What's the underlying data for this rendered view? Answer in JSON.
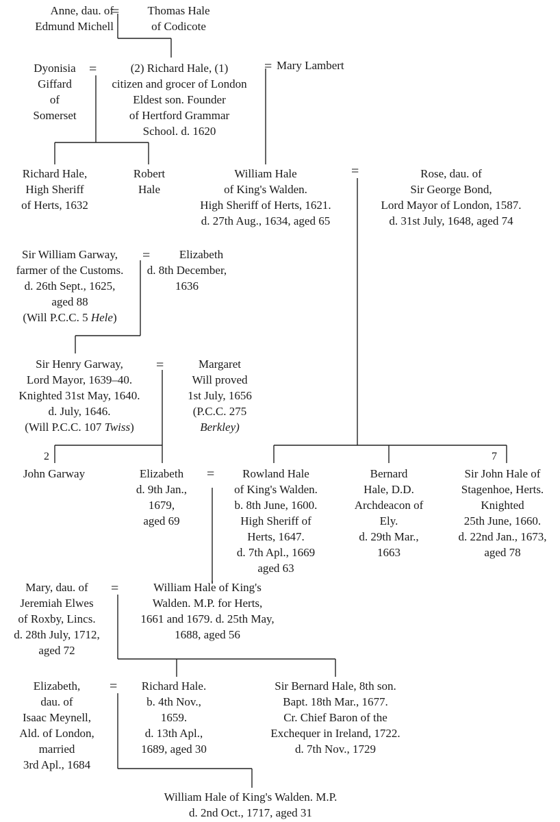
{
  "persons": {
    "anne": [
      "Anne, dau. of",
      "Edmund Michell"
    ],
    "thomas": [
      "Thomas Hale",
      "of Codicote"
    ],
    "dyonisia": [
      "Dyonisia",
      "Giffard",
      "of",
      "Somerset"
    ],
    "richard1620": [
      "(2) Richard Hale, (1)",
      "citizen and grocer of London",
      "Eldest son.  Founder",
      "of Hertford Grammar",
      "School.  d. 1620"
    ],
    "mary_l": [
      "Mary Lambert"
    ],
    "richard_hs": [
      "Richard Hale,",
      "High Sheriff",
      "of Herts, 1632"
    ],
    "robert": [
      "Robert",
      "Hale"
    ],
    "william1634": [
      "William Hale",
      "of King's Walden.",
      "High Sheriff of Herts, 1621.",
      "d. 27th Aug., 1634, aged 65"
    ],
    "rose": [
      "Rose, dau. of",
      "Sir George Bond,",
      "Lord Mayor of London, 1587.",
      "d. 31st July, 1648, aged 74"
    ],
    "sir_william": [
      "Sir William Garway,",
      "farmer of the Customs.",
      "d. 26th Sept., 1625,",
      "aged 88",
      "(Will P.C.C. 5 Hele)"
    ],
    "elizabeth_g": [
      "Elizabeth",
      "d. 8th December,",
      "1636"
    ],
    "sir_henry": [
      "Sir Henry Garway,",
      "Lord Mayor, 1639–40.",
      "Knighted 31st May, 1640.",
      "d. July, 1646.",
      "(Will P.C.C. 107 Twiss)"
    ],
    "margaret": [
      "Margaret",
      "Will proved",
      "1st July, 1656",
      "(P.C.C. 275",
      "Berkley)"
    ],
    "john_garway": [
      "John Garway"
    ],
    "elizabeth_1679": [
      "Elizabeth",
      "d. 9th Jan.,",
      "1679,",
      "aged 69"
    ],
    "rowland": [
      "Rowland Hale",
      "of King's Walden.",
      "b. 8th June, 1600.",
      "High Sheriff of",
      "Herts, 1647.",
      "d. 7th Apl., 1669",
      "aged 63"
    ],
    "bernard_dd": [
      "Bernard",
      "Hale, D.D.",
      "Archdeacon of",
      "Ely.",
      "d. 29th Mar.,",
      "1663"
    ],
    "sir_john": [
      "Sir John Hale of",
      "Stagenhoe, Herts.",
      "Knighted",
      "25th June, 1660.",
      "d. 22nd Jan., 1673,",
      "aged 78"
    ],
    "mary_elwes": [
      "Mary, dau. of",
      "Jeremiah Elwes",
      "of Roxby, Lincs.",
      "d. 28th July, 1712,",
      "aged 72"
    ],
    "william1688": [
      "William Hale of King's",
      "Walden.  M.P. for Herts,",
      "1661 and 1679. d. 25th May,",
      "1688, aged 56"
    ],
    "elizabeth_m": [
      "Elizabeth,",
      "dau. of",
      "Isaac Meynell,",
      "Ald. of London,",
      "married",
      "3rd Apl., 1684"
    ],
    "richard1689": [
      "Richard Hale.",
      "b. 4th Nov.,",
      "1659.",
      "d. 13th Apl.,",
      "1689, aged 30"
    ],
    "sir_bernard": [
      "Sir Bernard Hale, 8th son.",
      "Bapt. 18th Mar., 1677.",
      "Cr. Chief Baron of the",
      "Exchequer in Ireland, 1722.",
      "d. 7th Nov., 1729"
    ],
    "william1717": [
      "William Hale of King's Walden.  M.P.",
      "d. 2nd Oct., 1717, aged 31"
    ]
  },
  "marks": {
    "eq": "=",
    "child_2": "2",
    "child_7": "7"
  }
}
